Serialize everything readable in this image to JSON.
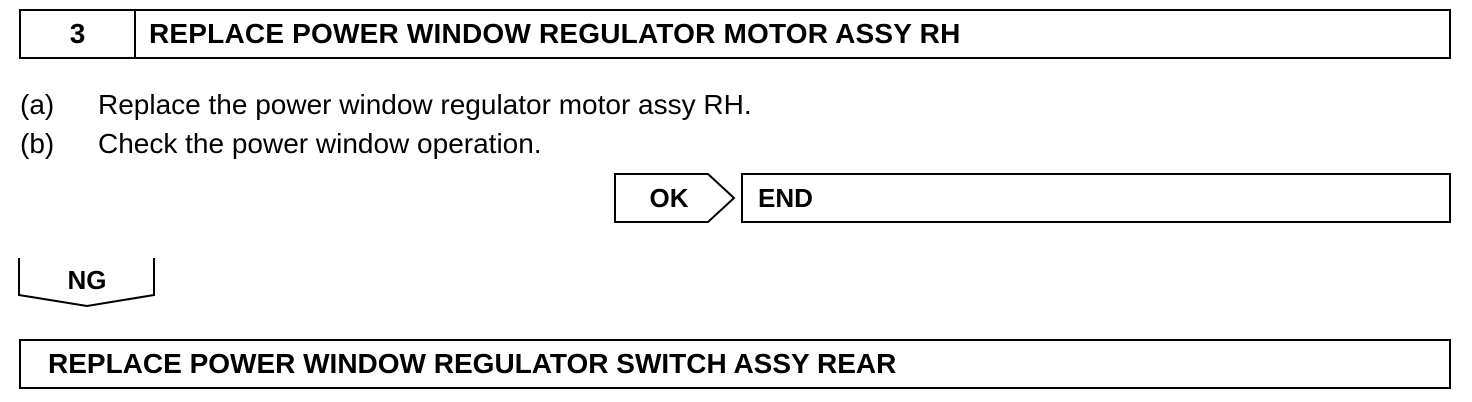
{
  "step": {
    "number": "3",
    "title": "REPLACE POWER WINDOW REGULATOR MOTOR ASSY RH"
  },
  "instructions": [
    {
      "label": "(a)",
      "text": "Replace the power window regulator motor assy RH."
    },
    {
      "label": "(b)",
      "text": "Check the power window operation."
    }
  ],
  "flow": {
    "ok_label": "OK",
    "ok_result": "END",
    "ng_label": "NG",
    "ng_result": "REPLACE POWER WINDOW REGULATOR SWITCH ASSY REAR"
  }
}
